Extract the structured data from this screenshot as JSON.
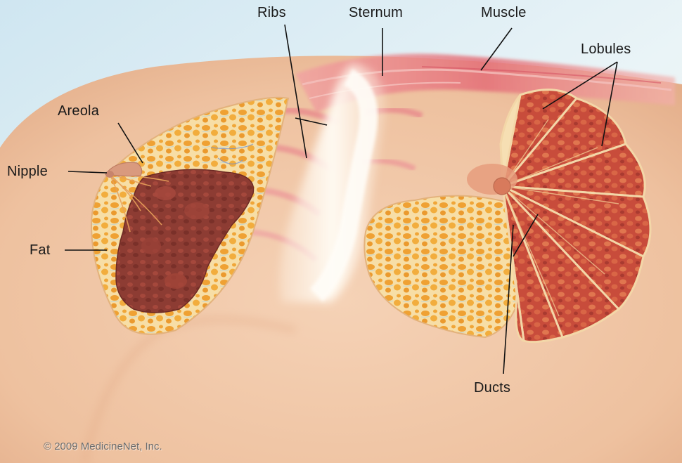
{
  "labels": {
    "ribs": "Ribs",
    "sternum": "Sternum",
    "muscle": "Muscle",
    "lobules": "Lobules",
    "areola": "Areola",
    "nipple": "Nipple",
    "fat": "Fat",
    "ducts": "Ducts"
  },
  "copyright": "© 2009 MedicineNet, Inc.",
  "colors": {
    "skin": "#f0c7a6",
    "sky": "#d8ecf4",
    "muscle": "#e8707a",
    "fat_base": "#f6d79a",
    "fat_lobule": "#f0a232",
    "gland": "#8a3a30",
    "lobule": "#c24a3a",
    "sternum": "#fbf3e8"
  }
}
